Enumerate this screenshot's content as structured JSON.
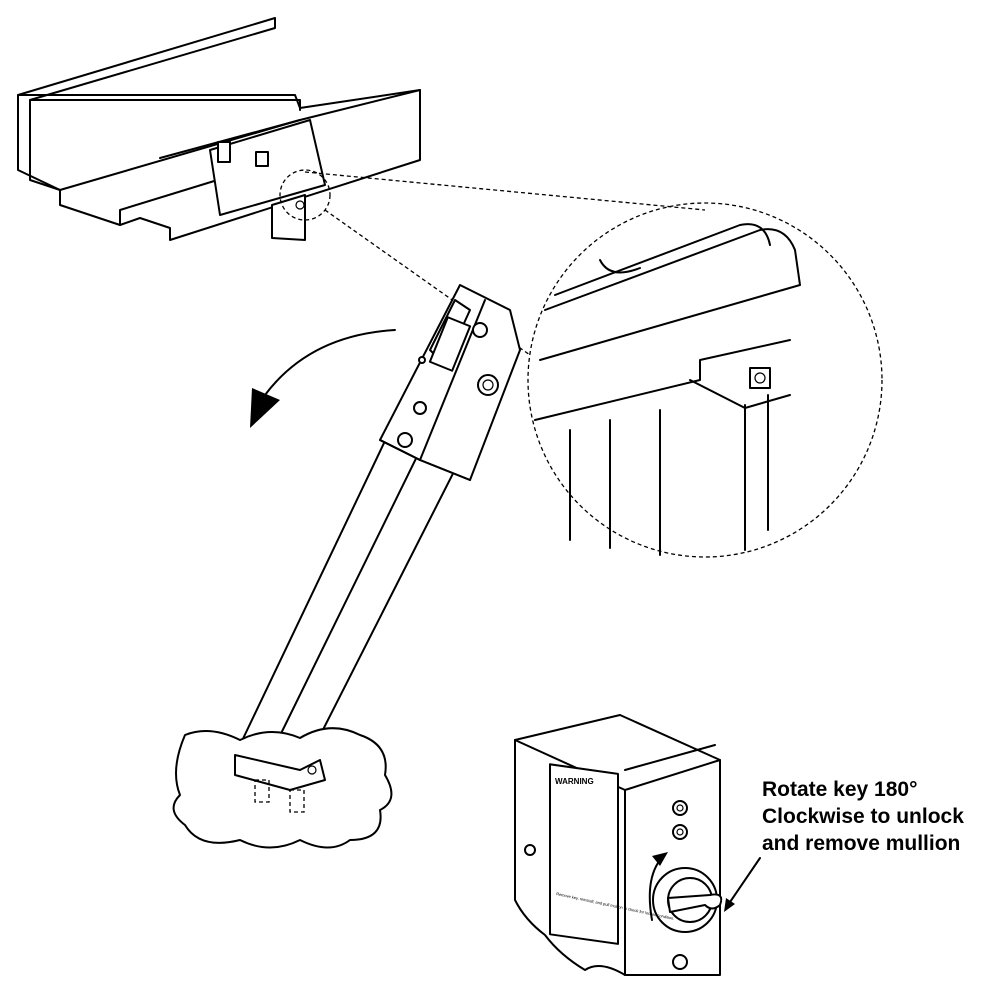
{
  "callout": {
    "lines": [
      "Rotate key 180°",
      "Clockwise to unlock",
      "and remove mullion"
    ]
  },
  "warning_label": {
    "title": "WARNING",
    "text": "Remove key, reinstall, and pull mullion to check for locked condition."
  },
  "colors": {
    "line": "#000000",
    "background": "#ffffff"
  }
}
